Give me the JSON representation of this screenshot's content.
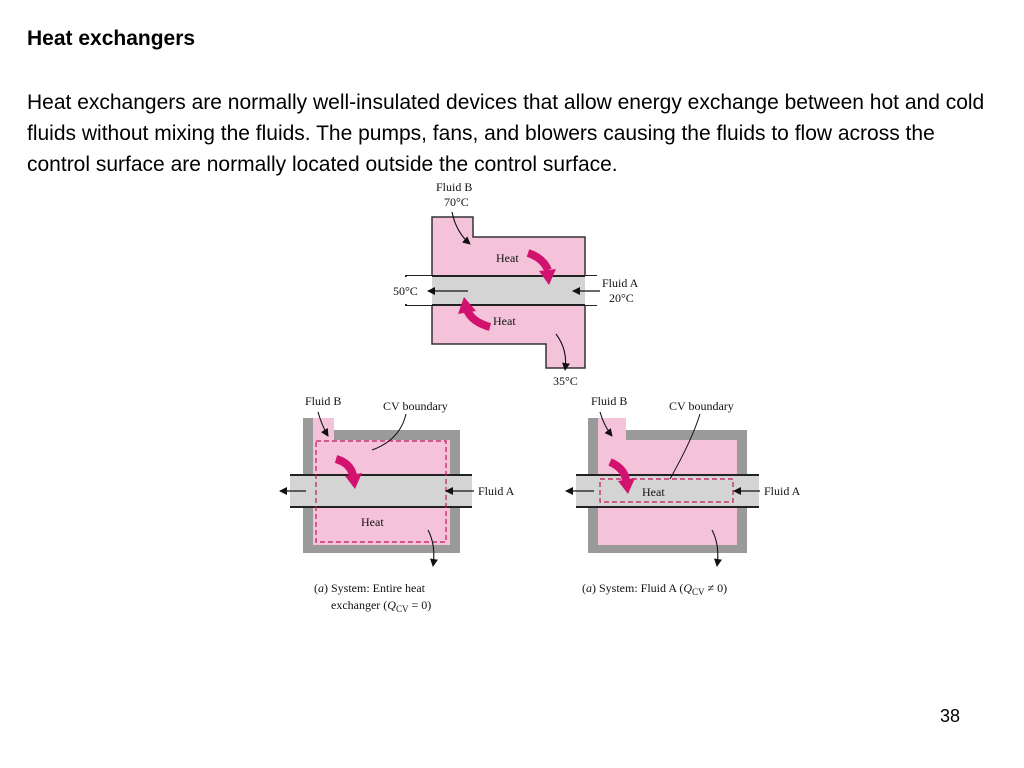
{
  "slide": {
    "title": "Heat exchangers",
    "body": "Heat exchangers are normally well-insulated devices that allow energy exchange between hot and cold fluids without mixing the fluids.  The pumps, fans, and blowers causing the fluids to flow across the control surface are normally located outside the control surface.",
    "page_number": "38"
  },
  "diagram_top": {
    "fluid_b_label": "Fluid B",
    "fluid_b_in_temp": "70°C",
    "fluid_a_label": "Fluid  A",
    "fluid_a_in_temp": "20°C",
    "fluid_a_out_temp": "50°C",
    "fluid_b_out_temp": "35°C",
    "heat_upper": "Heat",
    "heat_lower": "Heat"
  },
  "diagram_left": {
    "fluid_b_label": "Fluid B",
    "cv_boundary_label": "CV boundary",
    "fluid_a_label": "Fluid A",
    "heat_label": "Heat",
    "caption_tag": "a",
    "caption_line1_rest": ") System: Entire heat",
    "caption_line2_start": "exchanger (",
    "caption_q": "Q",
    "caption_sub": "CV",
    "caption_line2_end": " = 0)"
  },
  "diagram_right": {
    "fluid_b_label": "Fluid B",
    "cv_boundary_label": "CV boundary",
    "fluid_a_label": "Fluid A",
    "heat_label": "Heat",
    "caption_tag": "a",
    "caption_rest": ") System: Fluid A (",
    "caption_q": "Q",
    "caption_sub": "CV",
    "caption_end": " ≠ 0)"
  },
  "colors": {
    "pink_fluid": "#f5c3d9",
    "gray_pipe": "#d4d4d4",
    "insulation": "#9a9a9a",
    "heat_arrow": "#d1136f",
    "cv_dash": "#c2185b"
  }
}
